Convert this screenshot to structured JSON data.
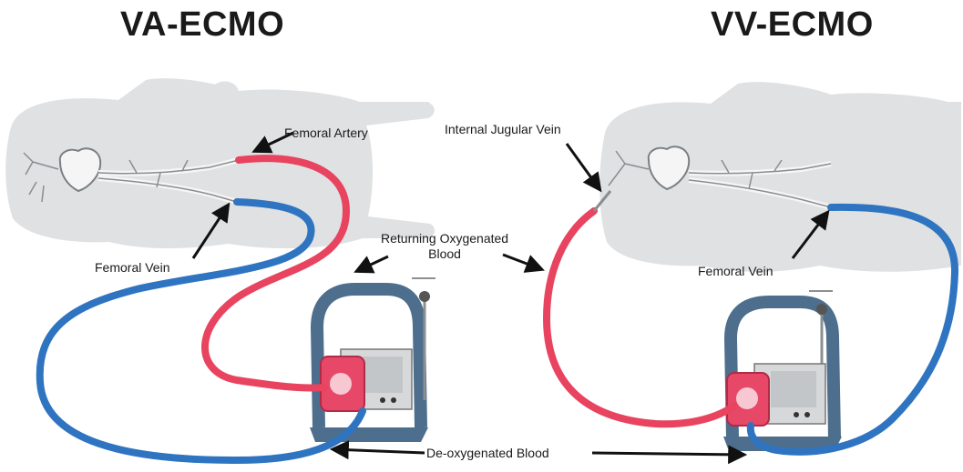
{
  "titles": {
    "left": "VA-ECMO",
    "right": "VV-ECMO"
  },
  "labels": {
    "femoral_artery": "Femoral Artery",
    "femoral_vein_left": "Femoral Vein",
    "internal_jugular_vein": "Internal Jugular Vein",
    "returning_oxygenated_line1": "Returning Oxygenated",
    "returning_oxygenated_line2": "Blood",
    "femoral_vein_right": "Femoral Vein",
    "deoxygenated_blood": "De-oxygenated Blood"
  },
  "colors": {
    "oxygenated_tube": "#e8435f",
    "deoxygenated_tube": "#2f74c0",
    "body_silhouette": "#dfe1e3",
    "vessels": "#f4f4f4",
    "machine_frame": "#4d6e8c",
    "pump_head": "#e84867"
  }
}
